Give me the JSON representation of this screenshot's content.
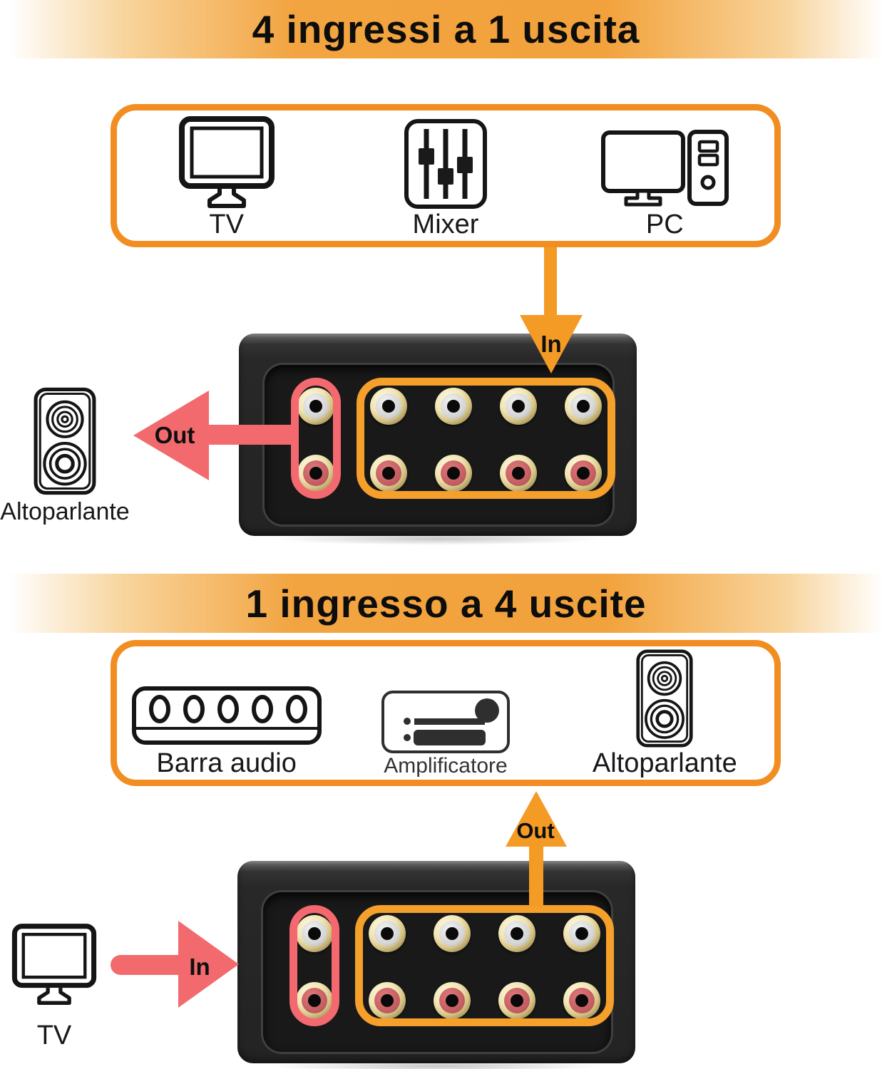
{
  "page": {
    "background": "#ffffff"
  },
  "colors": {
    "banner_orange": "#F2A440",
    "box_border_orange": "#F28E21",
    "arrow_orange": "#F49B26",
    "arrow_red": "#F26A6E",
    "output_outline_red": "#F4696F",
    "input_outline_orange": "#F5A02B",
    "device_body": "#262626",
    "text": "#111111"
  },
  "sections": [
    {
      "title": "4 ingressi a 1 uscita",
      "box": {
        "items": [
          {
            "label": "TV",
            "icon": "tv-icon"
          },
          {
            "label": "Mixer",
            "icon": "mixer-icon"
          },
          {
            "label": "PC",
            "icon": "pc-icon"
          }
        ]
      },
      "arrows": {
        "in": "In",
        "out": "Out"
      },
      "side_device": {
        "label": "Altoparlante",
        "icon": "speaker-icon"
      },
      "device": {
        "output_pairs": 1,
        "input_pairs": 4
      }
    },
    {
      "title": "1 ingresso a 4 uscite",
      "box": {
        "items": [
          {
            "label": "Barra audio",
            "icon": "soundbar-icon"
          },
          {
            "label": "Amplificatore",
            "icon": "amplifier-icon"
          },
          {
            "label": "Altoparlante",
            "icon": "speaker-icon"
          }
        ]
      },
      "arrows": {
        "in": "In",
        "out": "Out"
      },
      "side_device": {
        "label": "TV",
        "icon": "tv-icon"
      },
      "device": {
        "output_pairs": 4,
        "input_pairs": 1
      }
    }
  ]
}
